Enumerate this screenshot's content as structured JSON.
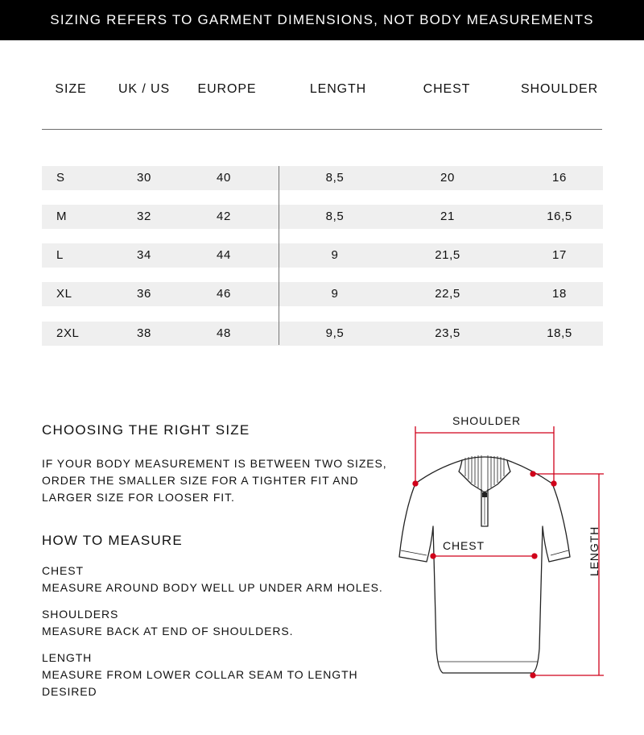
{
  "banner": "SIZING REFERS TO GARMENT DIMENSIONS, NOT BODY MEASUREMENTS",
  "table": {
    "headers": [
      "SIZE",
      "UK / US",
      "EUROPE",
      "LENGTH",
      "CHEST",
      "SHOULDER"
    ],
    "rows": [
      [
        "S",
        "30",
        "40",
        "8,5",
        "20",
        "16"
      ],
      [
        "M",
        "32",
        "42",
        "8,5",
        "21",
        "16,5"
      ],
      [
        "L",
        "34",
        "44",
        "9",
        "21,5",
        "17"
      ],
      [
        "XL",
        "36",
        "46",
        "9",
        "22,5",
        "18"
      ],
      [
        "2XL",
        "38",
        "48",
        "9,5",
        "23,5",
        "18,5"
      ]
    ]
  },
  "choosing": {
    "title": "CHOOSING THE RIGHT SIZE",
    "lines": [
      "IF YOUR BODY MEASUREMENT IS BETWEEN TWO SIZES,",
      "ORDER THE SMALLER SIZE FOR A TIGHTER FIT AND",
      "LARGER SIZE FOR LOOSER FIT."
    ]
  },
  "how": {
    "title": "HOW TO MEASURE",
    "items": [
      {
        "label": "CHEST",
        "lines": [
          "MEASURE AROUND BODY WELL UP UNDER ARM HOLES."
        ]
      },
      {
        "label": "SHOULDERS",
        "lines": [
          "MEASURE BACK AT END OF SHOULDERS."
        ]
      },
      {
        "label": "LENGTH",
        "lines": [
          "MEASURE FROM LOWER COLLAR SEAM TO LENGTH",
          "DESIRED"
        ]
      }
    ]
  },
  "diagram": {
    "shoulder_label": "SHOULDER",
    "chest_label": "CHEST",
    "length_label": "LENGTH",
    "accent_color": "#d0021b",
    "garment": "polo-shirt-icon"
  }
}
